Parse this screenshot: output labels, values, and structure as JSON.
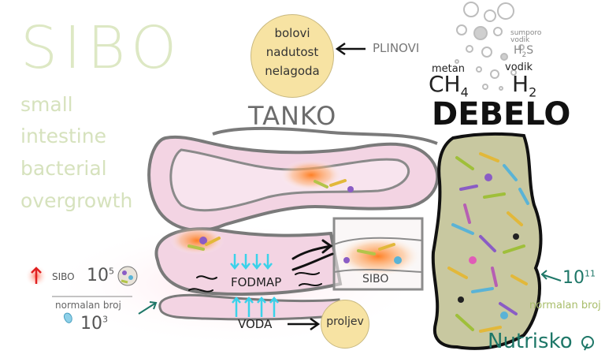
{
  "title": "SIBO",
  "subtitle_lines": [
    "small",
    "intestine",
    "bacterial",
    "overgrowth"
  ],
  "symptoms_lines": [
    "bolovi",
    "nadutost",
    "nelagoda"
  ],
  "plinovi_label": "PLINOVI",
  "tanko_label": "TANKO",
  "debelo_label": "DEBELO",
  "gases": {
    "sumporovodik_line1": "sumporo",
    "sumporovodik_line2": "vodik",
    "h2s": "H2S",
    "metan": "metan",
    "ch4": "CH4",
    "vodik": "vodik",
    "h2": "H2"
  },
  "fodmap_label": "FODMAP",
  "voda_label": "VODA",
  "proljev_label": "proljev",
  "sibo_box_label": "SIBO",
  "legend": {
    "sibo_label": "SIBO",
    "sibo_base": "10",
    "sibo_exp": "5",
    "normal_label": "normalan broj",
    "normal_base": "10",
    "normal_exp": "3"
  },
  "large_intestine_count": {
    "base": "10",
    "exp": "11",
    "label": "normalan broj"
  },
  "brand": "Nutrisko",
  "colors": {
    "title_green": "#dde8c4",
    "note_yellow": "#f7e3a3",
    "intestine_pink": "#f4d8e6",
    "brand_teal": "#1e7768",
    "arrow_cyan": "#3ad2ea",
    "inflammation_orange": "#ff9a3c"
  }
}
